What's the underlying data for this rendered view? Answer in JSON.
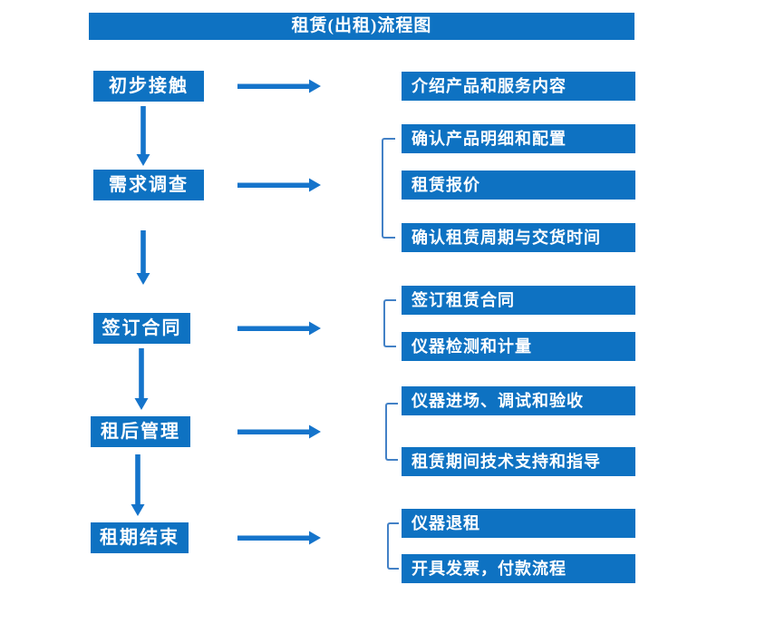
{
  "title": "租赁(出租)流程图",
  "colors": {
    "primary": "#0e72c2",
    "arrow": "#1574cb",
    "bracket": "#4381c6",
    "box_text": "#ffffff",
    "background": "#ffffff"
  },
  "stages": [
    {
      "label": "初步接触",
      "outputs": [
        "介绍产品和服务内容"
      ]
    },
    {
      "label": "需求调查",
      "outputs": [
        "确认产品明细和配置",
        "租赁报价",
        "确认租赁周期与交货时间"
      ]
    },
    {
      "label": "签订合同",
      "outputs": [
        "签订租赁合同",
        "仪器检测和计量"
      ]
    },
    {
      "label": "租后管理",
      "outputs": [
        "仪器进场、调试和验收",
        "租赁期间技术支持和指导"
      ]
    },
    {
      "label": "租期结束",
      "outputs": [
        "仪器退租",
        "开具发票，付款流程"
      ]
    }
  ]
}
